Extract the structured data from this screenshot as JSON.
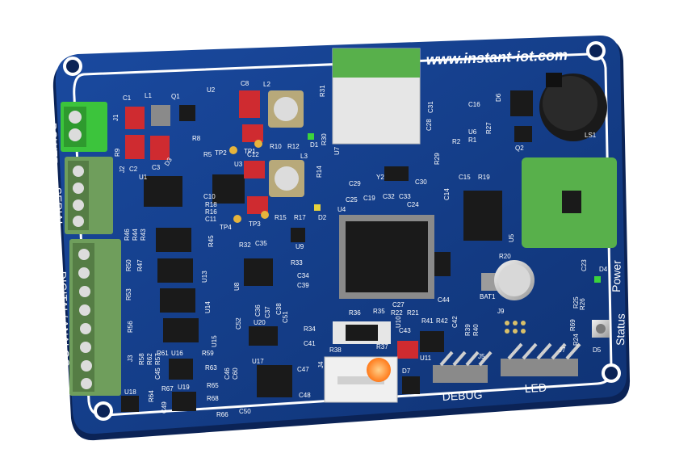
{
  "board": {
    "url": "www.instant-iot.com",
    "labels": {
      "power": "POWER",
      "serial": "SERIAL",
      "digital_analog": "DIGITAL/ ANALOG",
      "debug": "DEBUG",
      "led": "LED",
      "power_status": "Power",
      "status": "Status"
    },
    "designators": {
      "c1": "C1",
      "l1": "L1",
      "q1": "Q1",
      "u2": "U2",
      "c8": "C8",
      "l2": "L2",
      "r31": "R31",
      "c31": "C31",
      "c16": "C16",
      "d6": "D6",
      "u6": "U6",
      "r2": "R2",
      "r1": "R1",
      "r27": "R27",
      "q2": "Q2",
      "ls1": "LS1",
      "j1": "J1",
      "r9": "R9",
      "c2": "C2",
      "c3": "C3",
      "d3": "D3",
      "r5": "R5",
      "r8": "R8",
      "tp2": "TP2",
      "tp1": "TP1",
      "r10": "R10",
      "r12": "R12",
      "d1": "D1",
      "r30": "R30",
      "u7": "U7",
      "c29": "C29",
      "y2": "Y2",
      "c28": "C28",
      "c30": "C30",
      "r29": "R29",
      "l3": "L3",
      "u3": "U3",
      "c12": "C12",
      "r14": "R14",
      "u1": "U1",
      "j2": "J2",
      "c10": "C10",
      "r18": "R18",
      "r16": "R16",
      "c11": "C11",
      "tp4": "TP4",
      "tp3": "TP3",
      "r15": "R15",
      "r17": "R17",
      "d2": "D2",
      "c25": "C25",
      "c19": "C19",
      "c32": "C32",
      "c33": "C33",
      "c24": "C24",
      "c14": "C14",
      "c15": "C15",
      "r19": "R19",
      "u4": "U4",
      "u5": "U5",
      "r46": "R46",
      "r44": "R44",
      "r43": "R43",
      "r45": "R45",
      "r32": "R32",
      "c35": "C35",
      "u9": "U9",
      "r33": "R33",
      "c34": "C34",
      "c39": "C39",
      "r20": "R20",
      "r50": "R50",
      "r47": "R47",
      "u8": "U8",
      "bat1": "BAT1",
      "c23": "C23",
      "d4": "D4",
      "r53": "R53",
      "u13": "U13",
      "u14": "U14",
      "c36": "C36",
      "c37": "C37",
      "c38": "C38",
      "r36": "R36",
      "r35": "R35",
      "u10": "U10",
      "c44": "C44",
      "c27": "C27",
      "r22": "R22",
      "r21": "R21",
      "r41": "R41",
      "r42": "R42",
      "j9": "J9",
      "r25": "R25",
      "r26": "R26",
      "r69": "R69",
      "r24": "R24",
      "d5": "D5",
      "r56": "R56",
      "u15": "U15",
      "u20": "U20",
      "c51": "C51",
      "c52": "C52",
      "r34": "R34",
      "c41": "C41",
      "r38": "R38",
      "r37": "R37",
      "c43": "C43",
      "c42": "C42",
      "r39": "R39",
      "r40": "R40",
      "j3": "J3",
      "r58": "R58",
      "r62": "R62",
      "r57": "R57",
      "r61": "R61",
      "u16": "U16",
      "r59": "R59",
      "c45": "C45",
      "r63": "R63",
      "u17": "U17",
      "c47": "C47",
      "c48": "C48",
      "j4": "J4",
      "d7": "D7",
      "u11": "U11",
      "j5": "J5",
      "j7": "J7",
      "u18": "U18",
      "r64": "R64",
      "r67": "R67",
      "u19": "U19",
      "c49": "C49",
      "r65": "R65",
      "r68": "R68",
      "r66": "R66",
      "c50": "C50",
      "c46": "C46",
      "c60": "C60"
    }
  },
  "colors": {
    "pcb": "#123b86",
    "pcb_edge": "#0b2356",
    "silkscreen": "#ffffff",
    "terminal_power": "#3cc43c",
    "terminal_io": "#6f9e5c",
    "module_green": "#58b04b",
    "module_white": "#e6e6e6",
    "ic_black": "#1a1a1a",
    "cap_red": "#cf2b30",
    "led_orange": "#ff8a2a"
  },
  "icons": [
    "mounting-hole-icon",
    "buzzer-icon",
    "coin-cell-icon",
    "usb-connector-icon",
    "antenna-connector-icon"
  ]
}
